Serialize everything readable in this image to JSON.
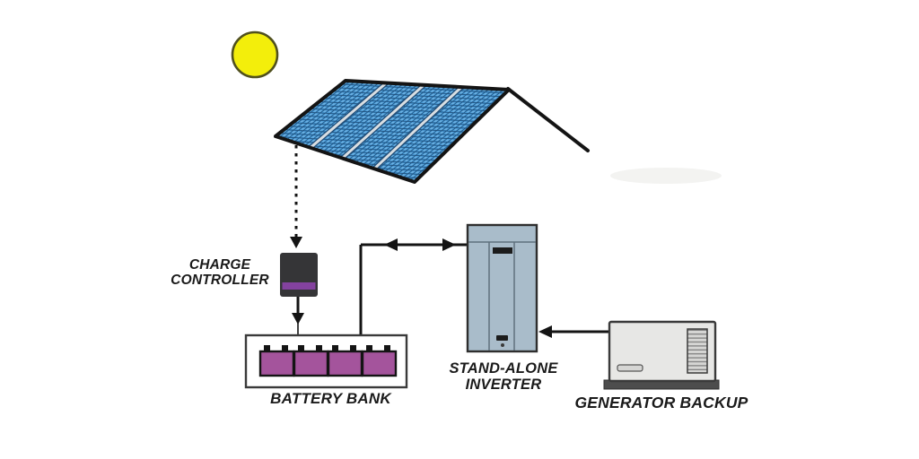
{
  "diagram_type": "stand-alone-solar-power-system",
  "labels": {
    "charge_controller": {
      "line1": "CHARGE",
      "line2": "CONTROLLER"
    },
    "battery_bank": "BATTERY BANK",
    "inverter": {
      "line1": "STAND-ALONE",
      "line2": "INVERTER"
    },
    "generator": "GENERATOR BACKUP"
  },
  "components": [
    {
      "id": "sun",
      "label": ""
    },
    {
      "id": "solar-panel-array",
      "label": ""
    },
    {
      "id": "charge-controller",
      "label": "CHARGE CONTROLLER"
    },
    {
      "id": "battery-bank",
      "label": "BATTERY BANK"
    },
    {
      "id": "stand-alone-inverter",
      "label": "STAND-ALONE INVERTER"
    },
    {
      "id": "generator-backup",
      "label": "GENERATOR BACKUP"
    }
  ],
  "connections": [
    {
      "from": "solar-panel-array",
      "to": "charge-controller",
      "style": "dashed-arrow"
    },
    {
      "from": "charge-controller",
      "to": "battery-bank",
      "style": "solid-arrow"
    },
    {
      "from": "battery-bank",
      "to": "stand-alone-inverter",
      "style": "double-headed-arrow"
    },
    {
      "from": "generator-backup",
      "to": "stand-alone-inverter",
      "style": "solid-arrow"
    }
  ],
  "colors": {
    "background": "#ffffff",
    "outline": "#141414",
    "sun_fill": "#f3ee0b",
    "sun_stroke": "#50501e",
    "panel_grid": "#1f4d78",
    "panel_cell": "#459ad8",
    "panel_divider": "#d9dee2",
    "controller_body": "#353537",
    "controller_stripe": "#84429f",
    "battery_fill": "#a4549c",
    "battery_box_fill": "#ffffff",
    "inverter_fill": "#a9bcca",
    "inverter_line": "#5f707c",
    "generator_fill": "#e7e7e5",
    "generator_base": "#4d4d4d",
    "grille_fill": "#d6d6d4"
  }
}
